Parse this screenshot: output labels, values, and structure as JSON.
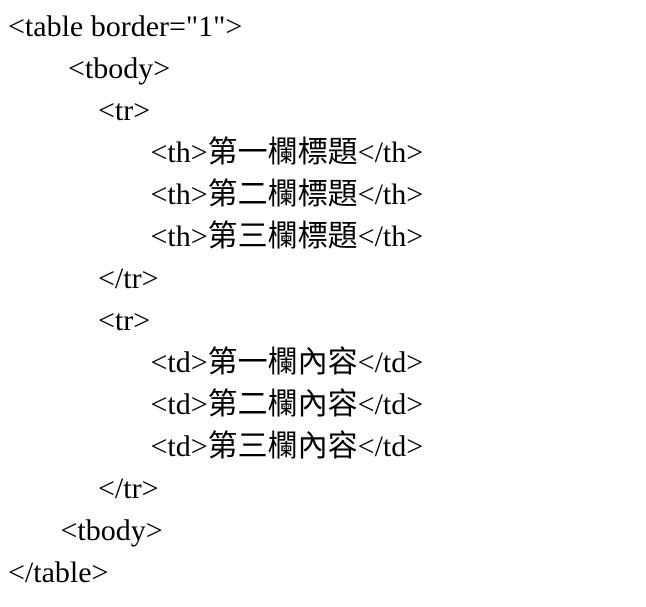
{
  "code": {
    "language": "html",
    "text_color": "#000000",
    "background_color": "#ffffff",
    "lines": [
      "<table border=\"1\">",
      "        <tbody>",
      "            <tr>",
      "                   <th>第一欄標題</th>",
      "                   <th>第二欄標題</th>",
      "                   <th>第三欄標題</th>",
      "            </tr>",
      "            <tr>",
      "                   <td>第一欄內容</td>",
      "                   <td>第二欄內容</td>",
      "                   <td>第三欄內容</td>",
      "            </tr>",
      "       <tbody>",
      "</table>"
    ]
  }
}
